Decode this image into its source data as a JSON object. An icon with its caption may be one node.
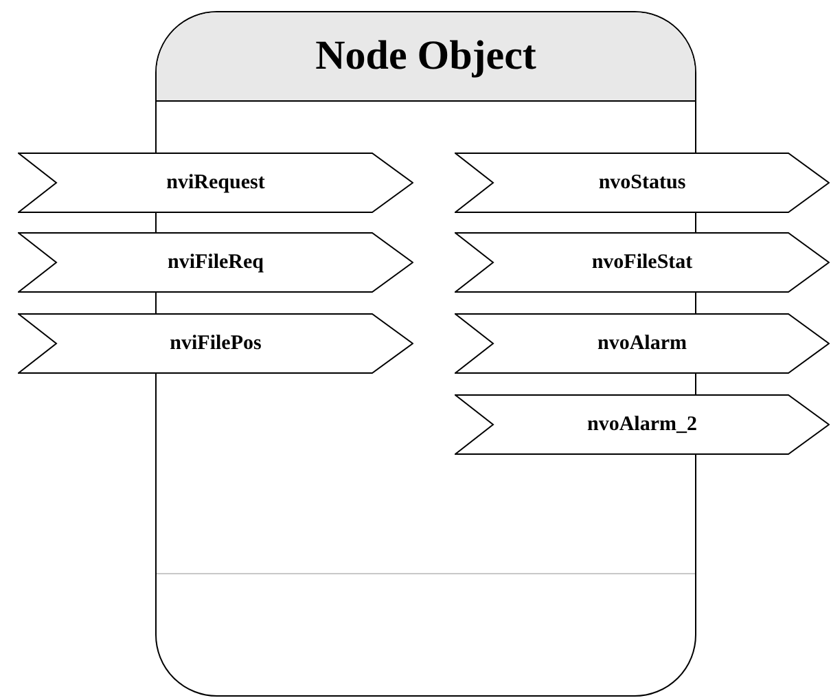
{
  "diagram": {
    "nodes": [
      {
        "text": [
          "Node Object"
        ]
      },
      {
        "text": [
          "nviRequest"
        ]
      },
      {
        "text": [
          "nviFileReq"
        ]
      },
      {
        "text": [
          "nviFilePos"
        ]
      },
      {
        "text": [
          "nvoStatus"
        ]
      },
      {
        "text": [
          "nvoFileStat"
        ]
      },
      {
        "text": [
          "nvoAlarm"
        ]
      },
      {
        "text": [
          "nvoAlarm_2"
        ]
      }
    ]
  }
}
